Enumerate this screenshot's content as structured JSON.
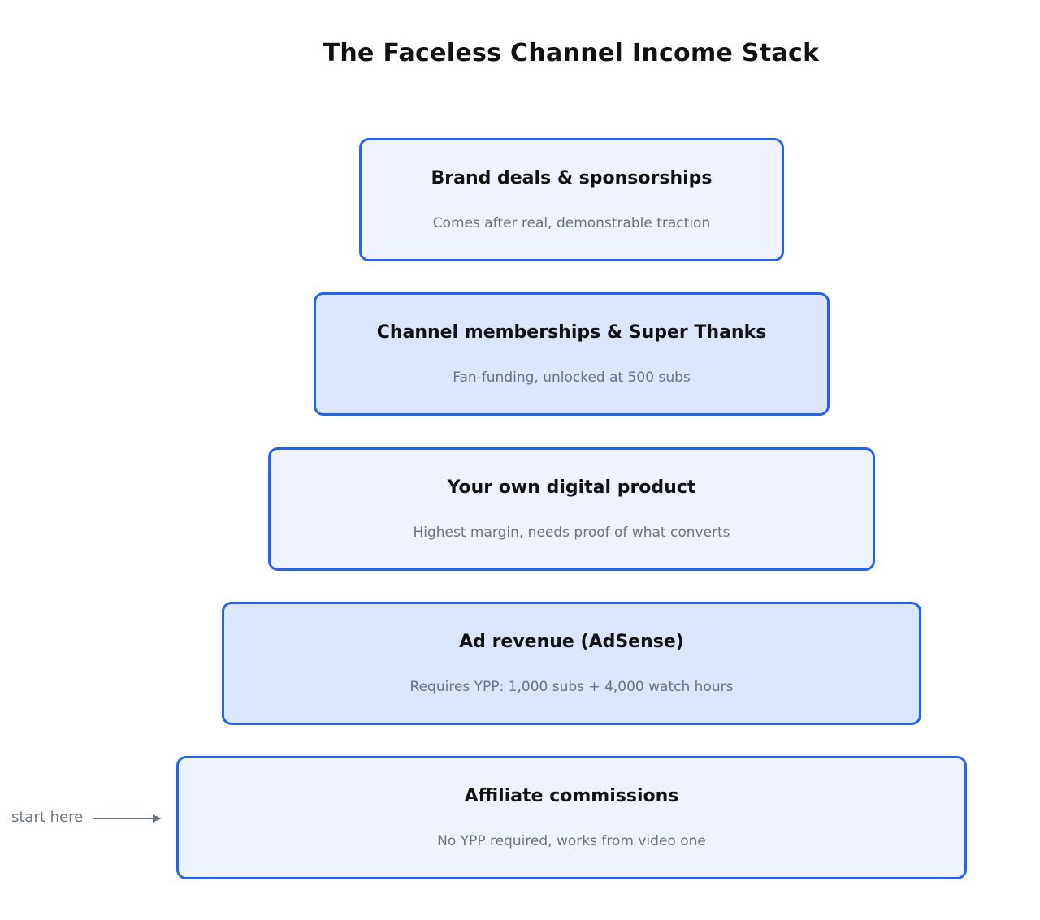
{
  "title": "The Faceless Channel Income Stack",
  "tiers": [
    {
      "title": "Brand deals & sponsorships",
      "subtitle": "Comes after real, demonstrable traction"
    },
    {
      "title": "Channel memberships & Super Thanks",
      "subtitle": "Fan-funding, unlocked at 500 subs"
    },
    {
      "title": "Your own digital product",
      "subtitle": "Highest margin, needs proof of what converts"
    },
    {
      "title": "Ad revenue (AdSense)",
      "subtitle": "Requires YPP: 1,000 subs + 4,000 watch hours"
    },
    {
      "title": "Affiliate commissions",
      "subtitle": "No YPP required, works from video one"
    }
  ],
  "start_marker": {
    "label": "start here"
  },
  "colors": {
    "border": "#2563eb",
    "fill_light": "#eef3fe",
    "fill_mid": "#dbe6fd",
    "title_text": "#111111",
    "subtitle_text": "#6b7280"
  }
}
